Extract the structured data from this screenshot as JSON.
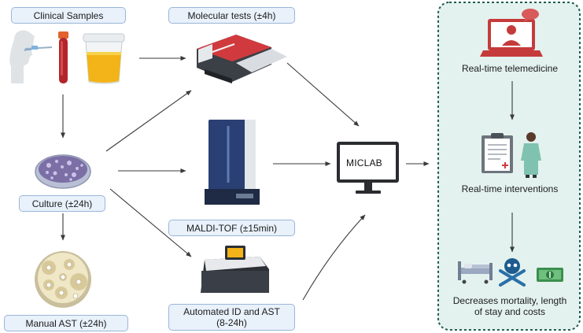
{
  "nodes": {
    "clinical_samples": "Clinical Samples",
    "molecular_tests": "Molecular tests (±4h)",
    "culture": "Culture (±24h)",
    "maldi_tof": "MALDI-TOF (±15min)",
    "manual_ast": "Manual AST (±24h)",
    "automated_id_ast_line1": "Automated ID and AST",
    "automated_id_ast_line2": "(8-24h)",
    "miclab": "MICLAB"
  },
  "outcome_panel": {
    "telemedicine": "Real-time telemedicine",
    "interventions": "Real-time interventions",
    "outcome_line1": "Decreases mortality, length",
    "outcome_line2": "of stay and costs"
  },
  "colors": {
    "label_fill": "#e9f1fb",
    "label_border": "#9ab6d8",
    "panel_fill": "#e3f2ee",
    "panel_border": "#1f5d52",
    "arrow": "#3a3a3a"
  },
  "icons": {
    "clinical_samples": [
      "head-swab-icon",
      "blood-tube-icon",
      "urine-cup-icon"
    ],
    "molecular_tests": "pcr-analyzer-icon",
    "culture": "petri-dish-icon",
    "maldi_tof": "maldi-tof-instrument-icon",
    "manual_ast": "ast-plate-icon",
    "automated_id_ast": "automated-analyzer-icon",
    "miclab": "computer-monitor-icon",
    "telemedicine": "laptop-doctor-icon",
    "interventions": [
      "clipboard-icon",
      "doctor-icon"
    ],
    "outcomes": [
      "hospital-bed-icon",
      "skull-crossbones-icon",
      "money-icon"
    ]
  }
}
